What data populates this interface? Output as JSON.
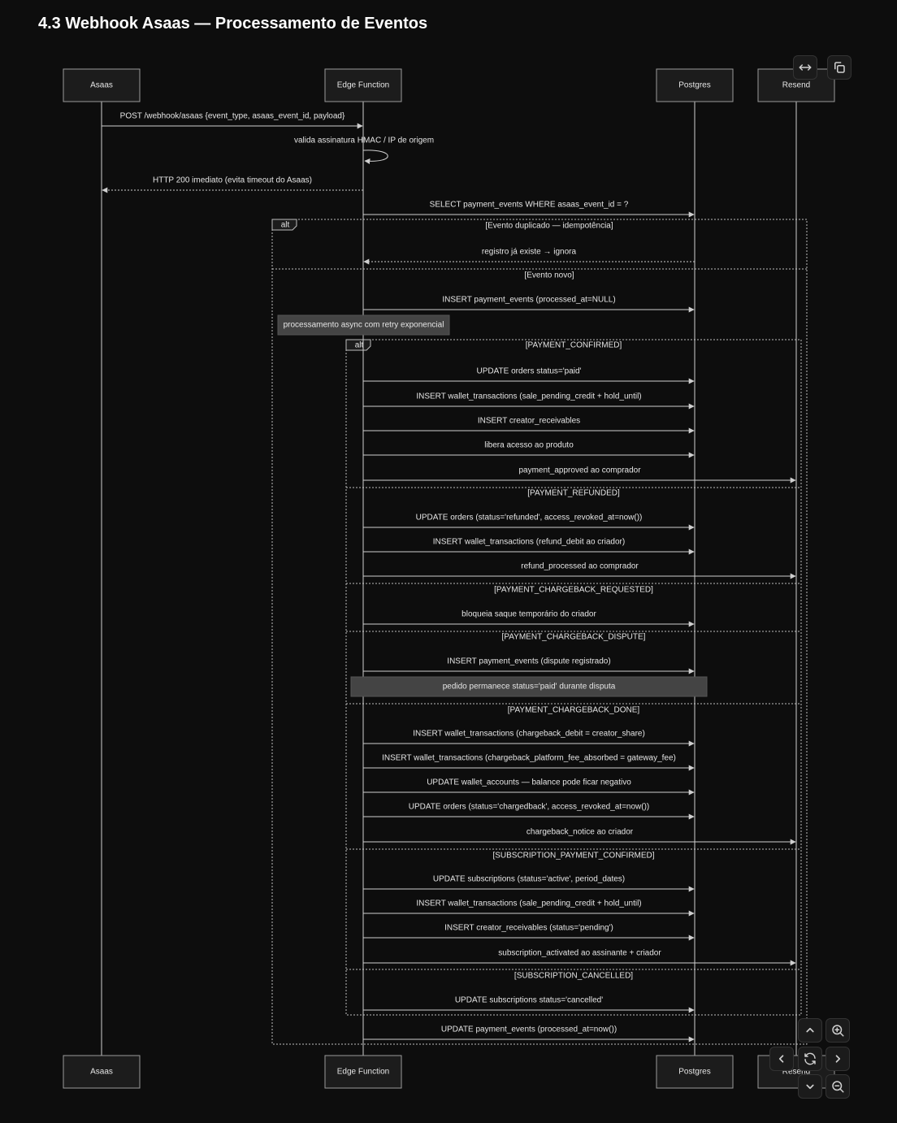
{
  "title": "4.3 Webhook Asaas — Processamento de Eventos",
  "participants": [
    {
      "id": "asaas",
      "label": "Asaas"
    },
    {
      "id": "edge",
      "label": "Edge Function"
    },
    {
      "id": "pg",
      "label": "Postgres"
    },
    {
      "id": "resend",
      "label": "Resend"
    }
  ],
  "messages": [
    {
      "from": "asaas",
      "to": "edge",
      "text": "POST /webhook/asaas {event_type, asaas_event_id, payload}",
      "style": "solid"
    },
    {
      "from": "edge",
      "to": "edge",
      "text": "valida assinatura HMAC / IP de origem",
      "style": "self"
    },
    {
      "from": "edge",
      "to": "asaas",
      "text": "HTTP 200 imediato (evita timeout do Asaas)",
      "style": "dotted"
    },
    {
      "from": "edge",
      "to": "pg",
      "text": "SELECT payment_events WHERE asaas_event_id = ?",
      "style": "solid"
    },
    {
      "from": "pg",
      "to": "edge",
      "text": "registro já existe → ignora",
      "style": "dotted"
    },
    {
      "from": "edge",
      "to": "pg",
      "text": "INSERT payment_events (processed_at=NULL)",
      "style": "solid"
    },
    {
      "from": "edge",
      "to": "pg",
      "text": "UPDATE orders status='paid'",
      "style": "solid"
    },
    {
      "from": "edge",
      "to": "pg",
      "text": "INSERT wallet_transactions (sale_pending_credit + hold_until)",
      "style": "solid"
    },
    {
      "from": "edge",
      "to": "pg",
      "text": "INSERT creator_receivables",
      "style": "solid"
    },
    {
      "from": "edge",
      "to": "pg",
      "text": "libera acesso ao produto",
      "style": "solid"
    },
    {
      "from": "edge",
      "to": "resend",
      "text": "payment_approved ao comprador",
      "style": "solid"
    },
    {
      "from": "edge",
      "to": "pg",
      "text": "UPDATE orders (status='refunded', access_revoked_at=now())",
      "style": "solid"
    },
    {
      "from": "edge",
      "to": "pg",
      "text": "INSERT wallet_transactions (refund_debit ao criador)",
      "style": "solid"
    },
    {
      "from": "edge",
      "to": "resend",
      "text": "refund_processed ao comprador",
      "style": "solid"
    },
    {
      "from": "edge",
      "to": "pg",
      "text": "bloqueia saque temporário do criador",
      "style": "solid"
    },
    {
      "from": "edge",
      "to": "pg",
      "text": "INSERT payment_events (dispute registrado)",
      "style": "solid"
    },
    {
      "from": "edge",
      "to": "pg",
      "text": "INSERT wallet_transactions (chargeback_debit = creator_share)",
      "style": "solid"
    },
    {
      "from": "edge",
      "to": "pg",
      "text": "INSERT wallet_transactions (chargeback_platform_fee_absorbed = gateway_fee)",
      "style": "solid"
    },
    {
      "from": "edge",
      "to": "pg",
      "text": "UPDATE wallet_accounts — balance pode ficar negativo",
      "style": "solid"
    },
    {
      "from": "edge",
      "to": "pg",
      "text": "UPDATE orders (status='chargedback', access_revoked_at=now())",
      "style": "solid"
    },
    {
      "from": "edge",
      "to": "resend",
      "text": "chargeback_notice ao criador",
      "style": "solid"
    },
    {
      "from": "edge",
      "to": "pg",
      "text": "UPDATE subscriptions (status='active', period_dates)",
      "style": "solid"
    },
    {
      "from": "edge",
      "to": "pg",
      "text": "INSERT wallet_transactions (sale_pending_credit + hold_until)",
      "style": "solid"
    },
    {
      "from": "edge",
      "to": "pg",
      "text": "INSERT creator_receivables (status='pending')",
      "style": "solid"
    },
    {
      "from": "edge",
      "to": "resend",
      "text": "subscription_activated ao assinante + criador",
      "style": "solid"
    },
    {
      "from": "edge",
      "to": "pg",
      "text": "UPDATE subscriptions status='cancelled'",
      "style": "solid"
    },
    {
      "from": "edge",
      "to": "pg",
      "text": "UPDATE payment_events (processed_at=now())",
      "style": "solid"
    }
  ],
  "notes": [
    {
      "text": "processamento async com retry exponencial"
    },
    {
      "text": "pedido permanece status='paid' durante disputa"
    }
  ],
  "fragments": [
    {
      "label": "alt",
      "sections": [
        "[Evento duplicado — idempotência]",
        "[Evento novo]"
      ]
    },
    {
      "label": "alt",
      "sections": [
        "[PAYMENT_CONFIRMED]",
        "[PAYMENT_REFUNDED]",
        "[PAYMENT_CHARGEBACK_REQUESTED]",
        "[PAYMENT_CHARGEBACK_DISPUTE]",
        "[PAYMENT_CHARGEBACK_DONE]",
        "[SUBSCRIPTION_PAYMENT_CONFIRMED]",
        "[SUBSCRIPTION_CANCELLED]"
      ]
    }
  ],
  "colors": {
    "background": "#0d0d0d",
    "line": "#cfcfcf",
    "box": "#1c1c1c",
    "note": "#444444",
    "text": "#e6e6e6"
  },
  "icons": [
    "expand-horizontal-icon",
    "copy-icon",
    "chevron-up-icon",
    "zoom-in-icon",
    "chevron-left-icon",
    "reset-icon",
    "chevron-right-icon",
    "chevron-down-icon",
    "zoom-out-icon"
  ]
}
